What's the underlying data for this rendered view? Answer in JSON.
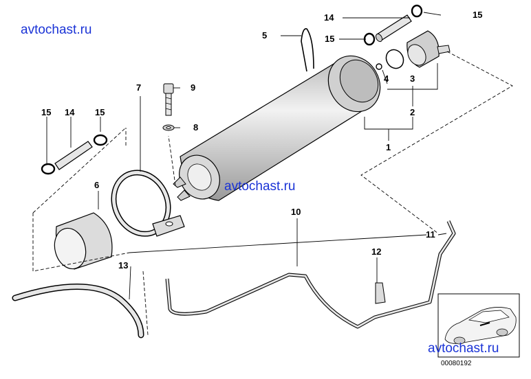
{
  "watermark": "avtochast.ru",
  "diagram_code": "00080192",
  "part_labels": {
    "p1": "1",
    "p2": "2",
    "p3": "3",
    "p4": "4",
    "p5": "5",
    "p6": "6",
    "p7": "7",
    "p8": "8",
    "p9": "9",
    "p10": "10",
    "p11": "11",
    "p12": "12",
    "p13": "13",
    "p14_top": "14",
    "p15_top_right": "15",
    "p15_top_mid": "15",
    "p14_left": "14",
    "p15_left_a": "15",
    "p15_left_b": "15"
  },
  "colors": {
    "watermark": "#1a33d6",
    "line": "#000000",
    "part_fill": "#e6e6e6"
  }
}
